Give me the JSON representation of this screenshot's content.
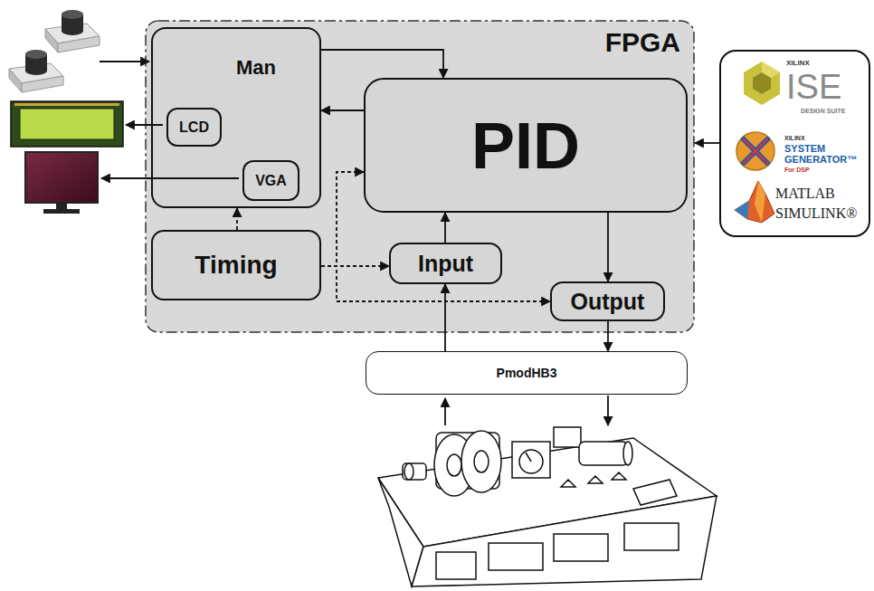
{
  "diagram": {
    "nodes": [
      {
        "text": [
          "FPGA"
        ]
      },
      {
        "text": [
          "Man"
        ],
        "in": 0
      },
      {
        "text": [
          "LCD"
        ],
        "in": 1
      },
      {
        "text": [
          "VGA"
        ],
        "in": 1
      },
      {
        "text": [
          "Timing"
        ],
        "in": 0
      },
      {
        "text": [
          "PID"
        ],
        "in": 0
      },
      {
        "text": [
          "Input"
        ],
        "in": 0
      },
      {
        "text": [
          "Output"
        ],
        "in": 0
      },
      {
        "text": [
          "PmodHB3"
        ]
      },
      {
        "text": [
          "XILINX",
          "ISE",
          "DESIGN SUITE",
          "XILINX",
          "SYSTEM GENERATOR™",
          "For DSP",
          "MATLAB SIMULINK®"
        ]
      }
    ],
    "edges": [
      {
        "from": 1,
        "to": 5,
        "arrow": "to"
      },
      {
        "from": 5,
        "to": 1,
        "arrow": "to"
      },
      {
        "from": 4,
        "to": 1,
        "arrow": "to"
      },
      {
        "from": 4,
        "to": 6,
        "arrow": "to"
      },
      {
        "from": 4,
        "to": 5,
        "arrow": "to"
      },
      {
        "from": 4,
        "to": 7,
        "arrow": "to"
      },
      {
        "from": 6,
        "to": 5,
        "arrow": "to"
      },
      {
        "from": 5,
        "to": 7,
        "arrow": "to"
      },
      {
        "from": 7,
        "to": 8,
        "arrow": "to"
      },
      {
        "from": 8,
        "to": 6,
        "arrow": "to"
      },
      {
        "from": 9,
        "to": 0,
        "arrow": "to"
      }
    ]
  }
}
